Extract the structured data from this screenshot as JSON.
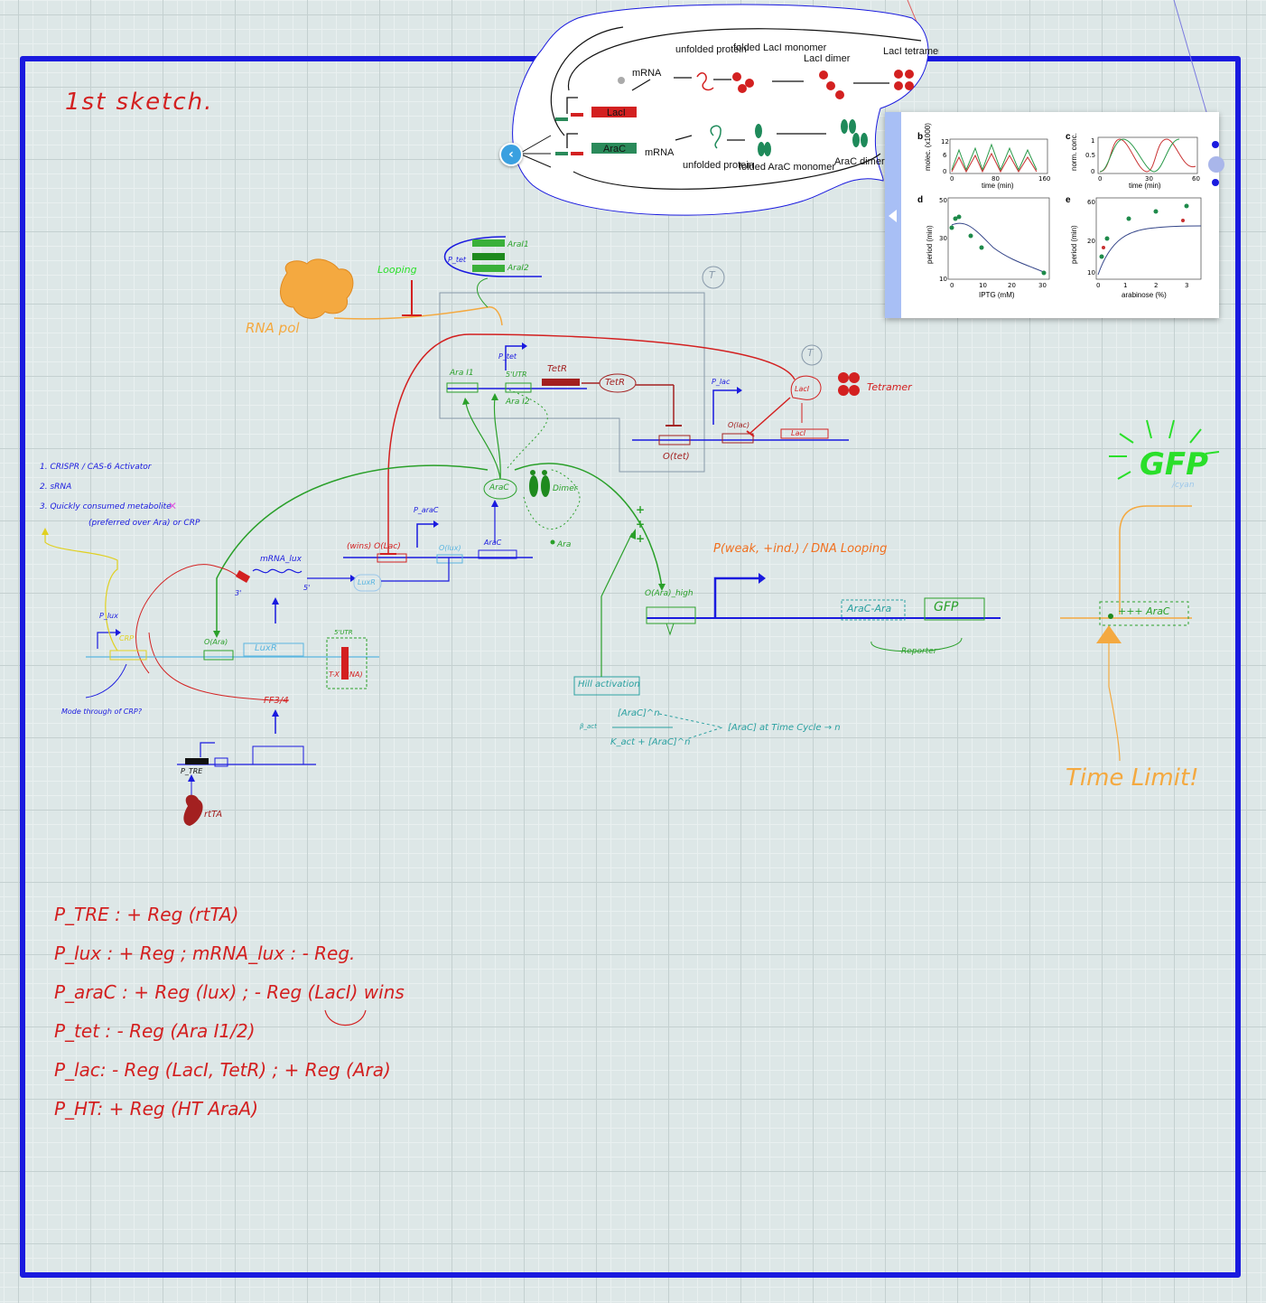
{
  "canvas": {
    "title": "1st sketch.",
    "frame_color": "#1a1adf"
  },
  "bubble": {
    "labels": {
      "mrna_top": "mRNA",
      "unfolded_protein_top": "unfolded protein",
      "folded_laci_monomer": "folded LacI monomer",
      "laci_dimer": "LacI dimer",
      "laci_tetramer": "LacI tetramer",
      "laci_gene": "LacI",
      "arac_gene": "AraC",
      "mrna_bottom": "mRNA",
      "unfolded_protein_bottom": "unfolded protein",
      "folded_arac_monomer": "folded AraC monomer",
      "arac_dimer": "AraC dimer"
    }
  },
  "plots": {
    "b": {
      "panel": "b",
      "ylabel": "molec. (x1000)",
      "xlabel": "time (min)",
      "yticks": [
        "12",
        "6",
        "0"
      ],
      "xticks": [
        "0",
        "80",
        "160"
      ]
    },
    "c": {
      "panel": "c",
      "ylabel": "norm. conc.",
      "xlabel": "time (min)",
      "yticks": [
        "1",
        "0.5",
        "0"
      ],
      "xticks": [
        "0",
        "30",
        "60"
      ]
    },
    "d": {
      "panel": "d",
      "ylabel": "period (min)",
      "xlabel": "IPTG (mM)",
      "yticks": [
        "50",
        "30",
        "10"
      ],
      "xticks": [
        "0",
        "10",
        "20",
        "30"
      ]
    },
    "e": {
      "panel": "e",
      "ylabel": "period (min)",
      "xlabel": "arabinose (%)",
      "yticks": [
        "60",
        "20",
        "10"
      ],
      "xticks": [
        "0",
        "1",
        "2",
        "3"
      ]
    }
  },
  "diagram": {
    "rna_pol": "RNA pol",
    "looping": "Looping",
    "t_mark_1": "T",
    "t_mark_2": "T",
    "tetramer": "Tetramer",
    "arai1_top": "AraI1",
    "arai2_top": "AraI2",
    "ptet_small": "P_tet",
    "arai1_mid": "Ara I1",
    "ptet_mid": "P_tet",
    "utr5_mid": "5'UTR",
    "arai2_mid": "Ara I2",
    "tetr_gene": "TetR",
    "tetr_protein": "TetR",
    "otet": "O(tet)",
    "plac": "P_lac",
    "olac_right": "O(lac)",
    "laci_gene": "LacI",
    "laci_protein": "LacI",
    "arac_protein": "AraC",
    "dimer": "Dimer",
    "ara": "Ara",
    "arac_gene": "AraC",
    "parac": "P_araC",
    "wins_olac": "(wins) O(Lac)",
    "olux": "O(lux)",
    "mrna_lux": "mRNA_lux",
    "luxr": "LuxR",
    "three_prime": "3'",
    "five_prime": "5'",
    "plux": "P_lux",
    "crp": "CRP",
    "oara_left": "O(Ara)",
    "luxr_box": "LuxR",
    "utr5_box": "5'UTR",
    "tx": "T-X (RNA)",
    "ff": "FF3/4",
    "ptre": "P_TRE",
    "rtta": "rtTA",
    "mode_crp": "Mode through of CRP?",
    "list_1": "1. CRISPR / CAS-6 Activator",
    "list_2": "2. sRNA",
    "list_3": "3. Quickly consumed metabolite",
    "list_3_sub": "(preferred over Ara) or CRP",
    "hill": "Hill activation",
    "oara_high": "O(Ara)_high",
    "plus_marks": "+ + +",
    "p_weak": "P(weak, +ind.) / DNA Looping",
    "arac_ara": "AraC-Ara",
    "gfp": "GFP",
    "reporter": "Reporter",
    "formula_num": "[AraC]^n",
    "formula_den": "K_act + [AraC]^n",
    "formula_prefix": "β_act",
    "formula_note": "[AraC] at Time Cycle → n",
    "gfp_big": "GFP",
    "cyan": "/cyan",
    "arac_plus": "+++ AraC",
    "time_limit": "Time Limit!"
  },
  "notes": [
    {
      "line": "P_TRE : + Reg (rtTA)"
    },
    {
      "line": "P_lux : + Reg ; mRNA_lux : - Reg."
    },
    {
      "line": "P_araC : + Reg (lux) ; - Reg (LacI) wins"
    },
    {
      "line": "P_tet : - Reg (Ara I1/2)"
    },
    {
      "line": "P_lac: - Reg (LacI, TetR) ; + Reg (Ara)"
    },
    {
      "line": "P_HT: + Reg (HT AraA)"
    }
  ]
}
